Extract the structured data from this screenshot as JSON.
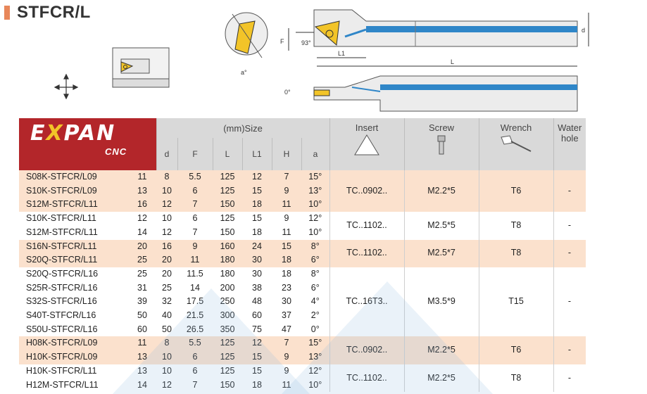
{
  "title": "STFCR/L",
  "diagram": {
    "label_F": "F",
    "label_d": "d",
    "label_L1": "L1",
    "label_L": "L",
    "label_angle": "93°",
    "label_a": "a°",
    "label_zero": "0°"
  },
  "logo": {
    "main_left": "E",
    "main_x": "X",
    "main_right": "PAN",
    "sub": "CNC"
  },
  "table": {
    "size_header": "(mm)Size",
    "headers_sub": [
      "d",
      "F",
      "L",
      "L1",
      "H",
      "a"
    ],
    "insert_header": "Insert",
    "screw_header": "Screw",
    "wrench_header": "Wrench",
    "water_header_1": "Water",
    "water_header_2": "hole",
    "groups": [
      {
        "bg": "o",
        "insert": "TC..0902..",
        "screw": "M2.2*5",
        "wrench": "T6",
        "water": "-",
        "rows": [
          [
            "S08K-STFCR/L09",
            "11",
            "8",
            "5.5",
            "125",
            "12",
            "7",
            "15°"
          ],
          [
            "S10K-STFCR/L09",
            "13",
            "10",
            "6",
            "125",
            "15",
            "9",
            "13°"
          ],
          [
            "S12M-STFCR/L11",
            "16",
            "12",
            "7",
            "150",
            "18",
            "11",
            "10°"
          ]
        ]
      },
      {
        "bg": "w",
        "insert": "TC..1102..",
        "screw": "M2.5*5",
        "wrench": "T8",
        "water": "-",
        "rows": [
          [
            "S10K-STFCR/L11",
            "12",
            "10",
            "6",
            "125",
            "15",
            "9",
            "12°"
          ],
          [
            "S12M-STFCR/L11",
            "14",
            "12",
            "7",
            "150",
            "18",
            "11",
            "10°"
          ]
        ]
      },
      {
        "bg": "o",
        "insert": "TC..1102..",
        "screw": "M2.5*7",
        "wrench": "T8",
        "water": "-",
        "rows": [
          [
            "S16N-STFCR/L11",
            "20",
            "16",
            "9",
            "160",
            "24",
            "15",
            "8°"
          ],
          [
            "S20Q-STFCR/L11",
            "25",
            "20",
            "11",
            "180",
            "30",
            "18",
            "6°"
          ]
        ]
      },
      {
        "bg": "w",
        "insert": "TC..16T3..",
        "screw": "M3.5*9",
        "wrench": "T15",
        "water": "-",
        "rows": [
          [
            "S20Q-STFCR/L16",
            "25",
            "20",
            "11.5",
            "180",
            "30",
            "18",
            "8°"
          ],
          [
            "S25R-STFCR/L16",
            "31",
            "25",
            "14",
            "200",
            "38",
            "23",
            "6°"
          ],
          [
            "S32S-STFCR/L16",
            "39",
            "32",
            "17.5",
            "250",
            "48",
            "30",
            "4°"
          ],
          [
            "S40T-STFCR/L16",
            "50",
            "40",
            "21.5",
            "300",
            "60",
            "37",
            "2°"
          ],
          [
            "S50U-STFCR/L16",
            "60",
            "50",
            "26.5",
            "350",
            "75",
            "47",
            "0°"
          ]
        ]
      },
      {
        "bg": "o",
        "insert": "TC..0902..",
        "screw": "M2.2*5",
        "wrench": "T6",
        "water": "-",
        "rows": [
          [
            "H08K-STFCR/L09",
            "11",
            "8",
            "5.5",
            "125",
            "12",
            "7",
            "15°"
          ],
          [
            "H10K-STFCR/L09",
            "13",
            "10",
            "6",
            "125",
            "15",
            "9",
            "13°"
          ]
        ]
      },
      {
        "bg": "w",
        "insert": "TC..1102..",
        "screw": "M2.2*5",
        "wrench": "T8",
        "water": "-",
        "rows": [
          [
            "H10K-STFCR/L11",
            "13",
            "10",
            "6",
            "125",
            "15",
            "9",
            "12°"
          ],
          [
            "H12M-STFCR/L11",
            "14",
            "12",
            "7",
            "150",
            "18",
            "11",
            "10°"
          ]
        ]
      }
    ]
  }
}
